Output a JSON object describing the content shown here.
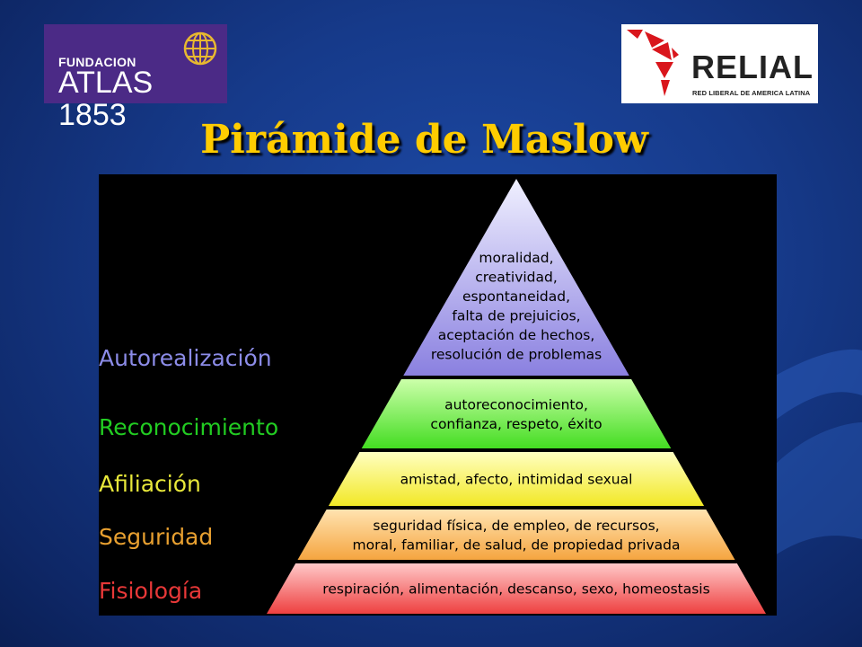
{
  "logos": {
    "left": {
      "line1": "FUNDACION",
      "line2": "ATLAS 1853",
      "bg_color": "#4b2a86",
      "icon": "globe-icon"
    },
    "right": {
      "name": "RELIAL",
      "subtitle": "RED LIBERAL DE AMERICA LATINA",
      "accent_color": "#d9161c",
      "icon": "americas-tangram-icon"
    }
  },
  "title": "Pirámide de Maslow",
  "pyramid": {
    "tiers": [
      {
        "label": "Autorealización",
        "label_color": "#8c8ce8",
        "fill_top": "#f0f0ff",
        "fill_bottom": "#8a80e0",
        "lines": [
          "moralidad,",
          "creatividad,",
          "espontaneidad,",
          "falta de prejuicios,",
          "aceptación de hechos,",
          "resolución de problemas"
        ]
      },
      {
        "label": "Reconocimiento",
        "label_color": "#22cc22",
        "fill_top": "#ccffaa",
        "fill_bottom": "#44dd22",
        "lines": [
          "autoreconocimiento,",
          "confianza, respeto, éxito"
        ]
      },
      {
        "label": "Afiliación",
        "label_color": "#e8e83a",
        "fill_top": "#ffffc0",
        "fill_bottom": "#f2e826",
        "lines": [
          "amistad, afecto, intimidad sexual"
        ]
      },
      {
        "label": "Seguridad",
        "label_color": "#e8a030",
        "fill_top": "#ffe3b0",
        "fill_bottom": "#f5a540",
        "lines": [
          "seguridad física, de empleo, de recursos,",
          "moral, familiar, de salud, de propiedad privada"
        ]
      },
      {
        "label": "Fisiología",
        "label_color": "#e83838",
        "fill_top": "#ffc8c8",
        "fill_bottom": "#ee4040",
        "lines": [
          "respiración, alimentación, descanso, sexo, homeostasis"
        ]
      }
    ]
  }
}
